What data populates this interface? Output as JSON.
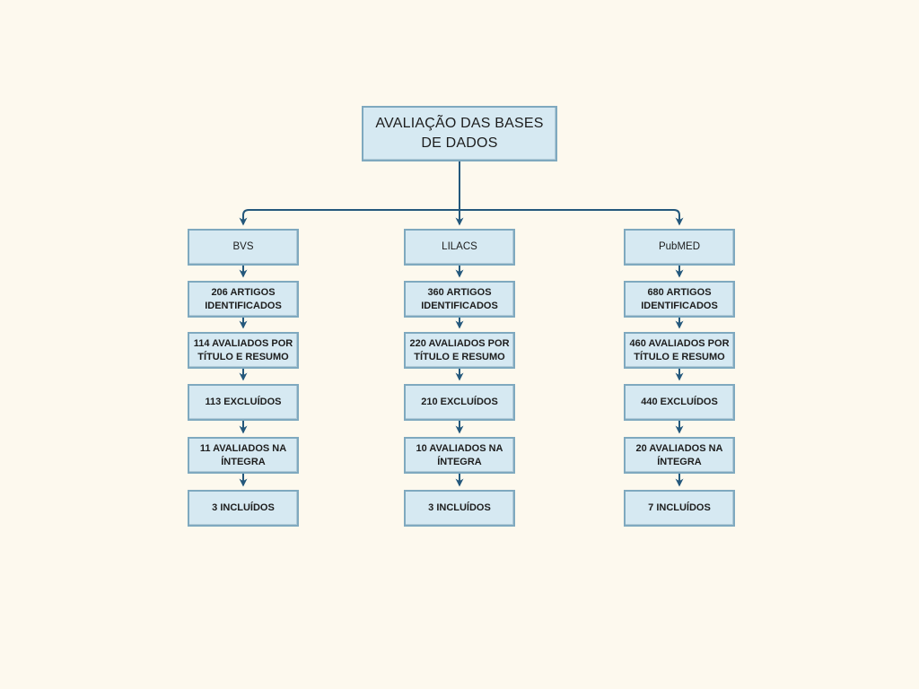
{
  "title": "AVALIAÇÃO DAS BASES\nDE DADOS",
  "title_line1": "AVALIAÇÃO DAS BASES",
  "title_line2": "DE DADOS",
  "colors": {
    "background": "#fdf9ee",
    "box_fill": "#d6e9f2",
    "box_border": "#7fa9bf",
    "connector": "#24587c",
    "text": "#1d1d1d"
  },
  "columns": [
    {
      "header": "BVS",
      "steps": [
        "206 ARTIGOS IDENTIFICADOS",
        "114 AVALIADOS POR TÍTULO E RESUMO",
        "113 EXCLUÍDOS",
        "11 AVALIADOS NA ÍNTEGRA",
        "3 INCLUÍDOS"
      ]
    },
    {
      "header": "LILACS",
      "steps": [
        "360 ARTIGOS IDENTIFICADOS",
        "220 AVALIADOS POR TÍTULO E RESUMO",
        "210 EXCLUÍDOS",
        "10 AVALIADOS NA ÍNTEGRA",
        "3 INCLUÍDOS"
      ]
    },
    {
      "header": "PubMED",
      "steps": [
        "680 ARTIGOS IDENTIFICADOS",
        "460 AVALIADOS POR TÍTULO E RESUMO",
        "440 EXCLUÍDOS",
        "20 AVALIADOS NA ÍNTEGRA",
        "7 INCLUÍDOS"
      ]
    }
  ]
}
